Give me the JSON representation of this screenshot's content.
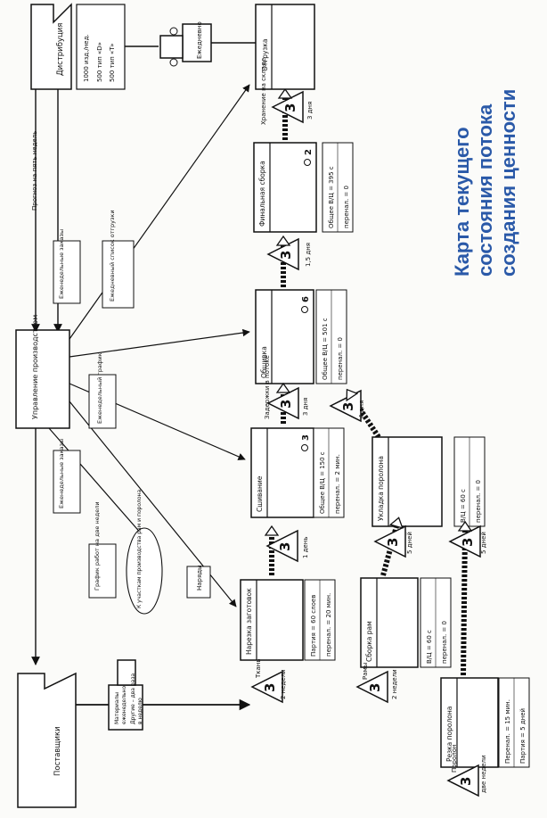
{
  "title": {
    "lines": [
      "Карта текущего",
      "состояния потока",
      "создания ценности"
    ],
    "color": "#2a59a8"
  },
  "distribution": {
    "label": "Дистрибуция",
    "demand": [
      "1000 изд./нед.",
      "500 тип «D»",
      "500 тип «T»"
    ]
  },
  "suppliers": {
    "label": "Поставщики"
  },
  "control": {
    "label": "Управление производством"
  },
  "shipping": {
    "label": "Отгрузка"
  },
  "truck_out": {
    "label": "Ежедневно"
  },
  "truck_in": {
    "lines": [
      "Материалы",
      "еженедельно",
      "Другие – два раза",
      "в неделю"
    ]
  },
  "info_flows": {
    "forecast": "Прогноз на пять недель",
    "weekly_orders_customer": "Еженедельные заказы",
    "weekly_orders_supplier": "Еженедельные заказы",
    "weekly_schedule": "Еженедельный график",
    "daily_shipping": "Ежедневный список отгрузки",
    "two_week_plan": "График работ на две недели",
    "frame_foam": "К участкам производства рам и поролона",
    "orders": "Наряды"
  },
  "processes": [
    {
      "id": "cutting",
      "name": "Нарезка заготовок",
      "data": [
        "Партия = 60 слоев",
        "перенал. = 20 мин."
      ],
      "operators": ""
    },
    {
      "id": "sewing",
      "name": "Сшивание",
      "data": [
        "Общее В/Ц = 150 с",
        "перенал. = 2 мин."
      ],
      "operators": "3"
    },
    {
      "id": "upholstery",
      "name": "Обшивка",
      "data": [
        "Общее В/Ц = 501 с",
        "перенал. = 0"
      ],
      "operators": "6"
    },
    {
      "id": "final",
      "name": "Финальная сборка",
      "data": [
        "Общее В/Ц = 395 с",
        "перенал. = 0"
      ],
      "operators": "2"
    },
    {
      "id": "frames",
      "name": "Сборка рам",
      "data": [
        "В/Ц = 60 с",
        "перенал. = 0"
      ],
      "operators": ""
    },
    {
      "id": "foamlay",
      "name": "Укладка поролона",
      "data": [
        "В/Ц = 60 с",
        "перенал. = 0"
      ],
      "operators": ""
    },
    {
      "id": "foamcut",
      "name": "Резка поролона",
      "data": [
        "Перенал. = 15 мин.",
        "Партия = 5 дней"
      ],
      "operators": ""
    }
  ],
  "inventory": [
    {
      "id": "fabric",
      "qty": "3",
      "label": "Ткань",
      "time": "2 недели"
    },
    {
      "id": "frames_in",
      "qty": "3",
      "label": "Рамы",
      "time": "2 недели"
    },
    {
      "id": "foam_in",
      "qty": "3",
      "label": "Поролон",
      "time": "две недели"
    },
    {
      "id": "after_cut",
      "qty": "3",
      "label": "",
      "time": "1 день"
    },
    {
      "id": "after_frames",
      "qty": "3",
      "label": "",
      "time": "5 дней"
    },
    {
      "id": "after_foamcut",
      "qty": "3",
      "label": "",
      "time": "5 дней"
    },
    {
      "id": "after_sewing",
      "qty": "3",
      "label": "Задержки в потоке",
      "time": "3 дня"
    },
    {
      "id": "after_foamlay",
      "qty": "3",
      "label": "",
      "time": "4 дня"
    },
    {
      "id": "after_upholstery",
      "qty": "3",
      "label": "",
      "time": "1,5 дня"
    },
    {
      "id": "warehouse",
      "qty": "3",
      "label": "Хранение на складе",
      "time": "3 дня"
    }
  ]
}
